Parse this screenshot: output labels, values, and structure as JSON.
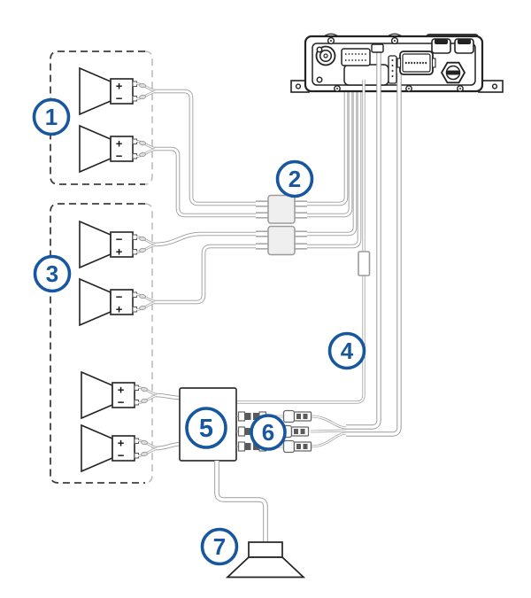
{
  "diagram": {
    "callouts": [
      "1",
      "2",
      "3",
      "4",
      "5",
      "6",
      "7"
    ],
    "terminals": {
      "plus": "+",
      "minus": "−"
    },
    "colors": {
      "callout_blue": "#17579f",
      "wire_gray": "#9b9b9b",
      "line_black": "#222222"
    }
  }
}
